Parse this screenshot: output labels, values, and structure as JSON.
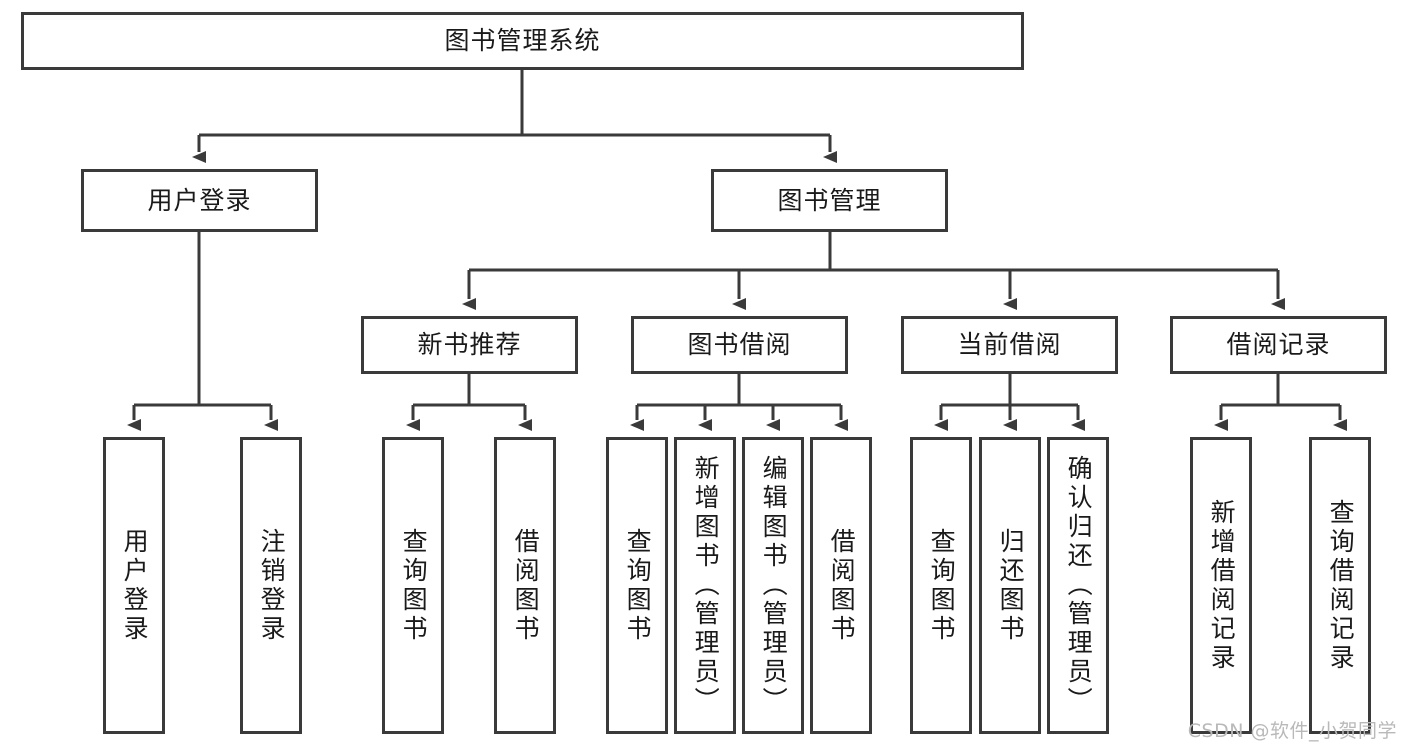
{
  "diagram": {
    "title": "图书管理系统",
    "type": "tree-hierarchy-chart",
    "watermark": "CSDN @软件_小贺同学",
    "colors": {
      "stroke": "#3a3a3a",
      "fill": "#ffffff",
      "text": "#1a1a1a",
      "watermark": "#b9b9b9"
    },
    "levels": {
      "root": {
        "label": "图书管理系统"
      },
      "level2": [
        {
          "id": "user-login",
          "label": "用户登录"
        },
        {
          "id": "book-management",
          "label": "图书管理"
        }
      ],
      "level3": [
        {
          "id": "new-book-recommend",
          "label": "新书推荐"
        },
        {
          "id": "book-borrow",
          "label": "图书借阅"
        },
        {
          "id": "current-borrow",
          "label": "当前借阅"
        },
        {
          "id": "borrow-record",
          "label": "借阅记录"
        }
      ],
      "leaves": {
        "user-login": [
          {
            "id": "leaf-user-login",
            "label": "用户登录"
          },
          {
            "id": "leaf-logout",
            "label": "注销登录"
          }
        ],
        "new-book-recommend": [
          {
            "id": "leaf-query-book-1",
            "label": "查询图书"
          },
          {
            "id": "leaf-borrow-book-1",
            "label": "借阅图书"
          }
        ],
        "book-borrow": [
          {
            "id": "leaf-query-book-2",
            "label": "查询图书"
          },
          {
            "id": "leaf-add-book",
            "label": "新增图书（管理员）"
          },
          {
            "id": "leaf-edit-book",
            "label": "编辑图书（管理员）"
          },
          {
            "id": "leaf-borrow-book-2",
            "label": "借阅图书"
          }
        ],
        "current-borrow": [
          {
            "id": "leaf-query-book-3",
            "label": "查询图书"
          },
          {
            "id": "leaf-return-book",
            "label": "归还图书"
          },
          {
            "id": "leaf-confirm-return",
            "label": "确认归还（管理员）"
          }
        ],
        "borrow-record": [
          {
            "id": "leaf-add-record",
            "label": "新增借阅记录"
          },
          {
            "id": "leaf-query-record",
            "label": "查询借阅记录"
          }
        ]
      }
    }
  }
}
